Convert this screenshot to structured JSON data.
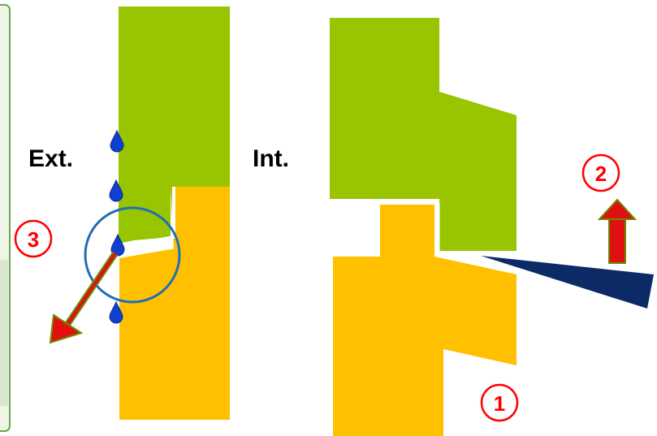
{
  "labels": {
    "exterior": "Ext.",
    "interior": "Int."
  },
  "markers": [
    {
      "id": "1",
      "text": "1"
    },
    {
      "id": "2",
      "text": "2"
    },
    {
      "id": "3",
      "text": "3"
    }
  ],
  "colors": {
    "upper_frame": "#99c400",
    "lower_frame": "#ffc000",
    "marker_ring": "#ff0000",
    "marker_text": "#ff0000",
    "water_drop": "#1040d0",
    "detail_circle": "#1f6fb5",
    "flow_arrow": "#e01010",
    "flow_arrow_outline": "#6a8a00",
    "gap_wedge": "#0c2a66",
    "side_panel_border": "#6aa84f",
    "side_panel_fill": "#eef5e6"
  },
  "icons": {
    "water_drop": "water-drop-icon",
    "up_arrow": "up-arrow-icon",
    "diagonal_arrow": "diagonal-down-left-arrow-icon"
  }
}
